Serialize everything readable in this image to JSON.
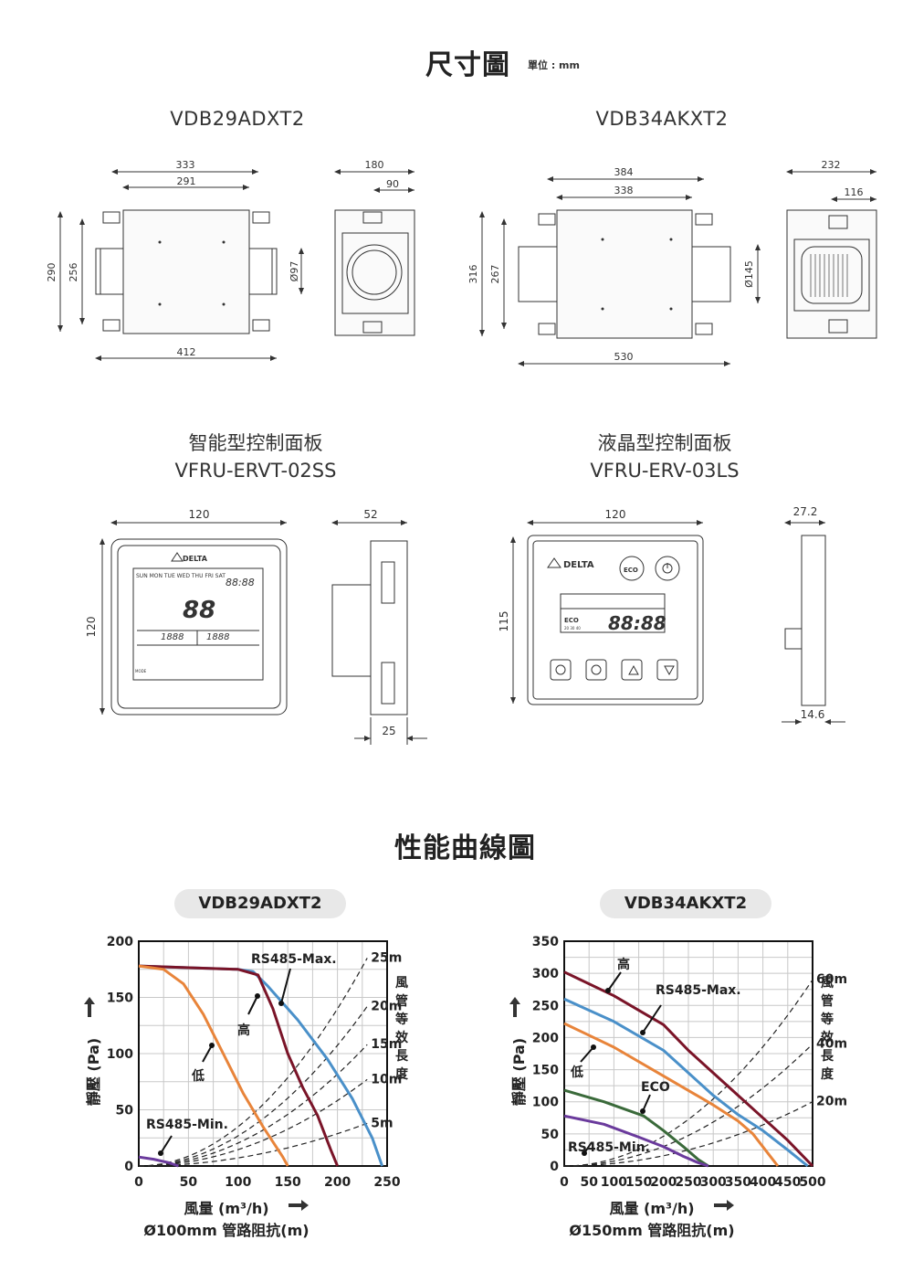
{
  "header": {
    "title": "尺寸圖",
    "unit": "單位 : mm"
  },
  "models": {
    "left": "VDB29ADXT2",
    "right": "VDB34AKXT2"
  },
  "dims_left": {
    "w_outer": "333",
    "w_inner": "291",
    "h_outer": "290",
    "h_inner": "256",
    "duct": "Ø97",
    "length": "412",
    "side_w": "180",
    "side_half": "90"
  },
  "dims_right": {
    "w_outer": "384",
    "w_inner": "338",
    "h_outer": "316",
    "h_inner": "267",
    "duct": "Ø145",
    "length": "530",
    "side_w": "232",
    "side_half": "116"
  },
  "panels": {
    "smart": {
      "title": "智能型控制面板",
      "model": "VFRU-ERVT-02SS",
      "width": "120",
      "height": "120",
      "depth": "52",
      "depth2": "25",
      "brand": "DELTA",
      "days": "SUN MON TUE WED THU FRI SAT",
      "time": "88:88",
      "big": "88",
      "seg1": "1888",
      "seg2": "1888",
      "mode": "MODE"
    },
    "lcd": {
      "title": "液晶型控制面板",
      "model": "VFRU-ERV-03LS",
      "width": "120",
      "height": "115",
      "depth": "27.2",
      "depth2": "14.6",
      "brand": "DELTA",
      "eco": "ECO",
      "eco_small": "ECO",
      "time": "88:88",
      "levels": "20  30  40"
    }
  },
  "performance": {
    "title": "性能曲線圖"
  },
  "chart_data": [
    {
      "type": "line",
      "title": "VDB29ADXT2",
      "xlabel": "風量 (m³/h)",
      "xlabel2": "Ø100mm 管路阻抗(m)",
      "ylabel": "靜壓 (Pa)",
      "xlim": [
        0,
        250
      ],
      "ylim": [
        0,
        200
      ],
      "xticks": [
        0,
        50,
        100,
        150,
        200,
        250
      ],
      "yticks": [
        0,
        50,
        100,
        150,
        200
      ],
      "grid": true,
      "series": [
        {
          "name": "RS485-Max.",
          "color": "#4a90c9",
          "points": [
            [
              0,
              178
            ],
            [
              100,
              175
            ],
            [
              115,
              173
            ],
            [
              130,
              160
            ],
            [
              160,
              130
            ],
            [
              190,
              95
            ],
            [
              215,
              60
            ],
            [
              235,
              25
            ],
            [
              245,
              0
            ]
          ]
        },
        {
          "name": "高",
          "color": "#7a1428",
          "points": [
            [
              0,
              178
            ],
            [
              100,
              175
            ],
            [
              120,
              170
            ],
            [
              135,
              140
            ],
            [
              150,
              100
            ],
            [
              165,
              70
            ],
            [
              180,
              45
            ],
            [
              193,
              15
            ],
            [
              200,
              0
            ]
          ]
        },
        {
          "name": "低",
          "color": "#e8843a",
          "points": [
            [
              0,
              178
            ],
            [
              25,
              175
            ],
            [
              45,
              162
            ],
            [
              65,
              135
            ],
            [
              85,
              100
            ],
            [
              105,
              65
            ],
            [
              125,
              35
            ],
            [
              145,
              8
            ],
            [
              150,
              0
            ]
          ]
        },
        {
          "name": "RS485-Min.",
          "color": "#6a3a9c",
          "points": [
            [
              0,
              8
            ],
            [
              15,
              6
            ],
            [
              30,
              3
            ],
            [
              40,
              0
            ]
          ]
        }
      ],
      "duct_curves": [
        {
          "label": "25m",
          "end": [
            230,
            185
          ]
        },
        {
          "label": "20m",
          "end": [
            230,
            142
          ]
        },
        {
          "label": "15m",
          "end": [
            230,
            108
          ]
        },
        {
          "label": "10m",
          "end": [
            230,
            77
          ]
        },
        {
          "label": "5m",
          "end": [
            230,
            38
          ]
        }
      ],
      "annotations": [
        "RS485-Max.",
        "高",
        "低",
        "RS485-Min."
      ],
      "side_label": "風管等效長度"
    },
    {
      "type": "line",
      "title": "VDB34AKXT2",
      "xlabel": "風量 (m³/h)",
      "xlabel2": "Ø150mm 管路阻抗(m)",
      "ylabel": "靜壓 (Pa)",
      "xlim": [
        0,
        500
      ],
      "ylim": [
        0,
        350
      ],
      "xticks": [
        0,
        50,
        100,
        150,
        200,
        250,
        300,
        350,
        400,
        450,
        500
      ],
      "yticks": [
        0,
        50,
        100,
        150,
        200,
        250,
        300,
        350
      ],
      "grid": true,
      "series": [
        {
          "name": "高",
          "color": "#7a1428",
          "points": [
            [
              0,
              302
            ],
            [
              100,
              265
            ],
            [
              200,
              220
            ],
            [
              250,
              180
            ],
            [
              300,
              145
            ],
            [
              350,
              110
            ],
            [
              400,
              75
            ],
            [
              450,
              40
            ],
            [
              500,
              0
            ]
          ]
        },
        {
          "name": "RS485-Max.",
          "color": "#4a90c9",
          "points": [
            [
              0,
              260
            ],
            [
              100,
              225
            ],
            [
              200,
              180
            ],
            [
              250,
              145
            ],
            [
              300,
              110
            ],
            [
              350,
              80
            ],
            [
              400,
              55
            ],
            [
              450,
              25
            ],
            [
              490,
              0
            ]
          ]
        },
        {
          "name": "低",
          "color": "#e8843a",
          "points": [
            [
              0,
              222
            ],
            [
              100,
              185
            ],
            [
              200,
              140
            ],
            [
              300,
              95
            ],
            [
              350,
              70
            ],
            [
              380,
              50
            ],
            [
              410,
              20
            ],
            [
              430,
              0
            ]
          ]
        },
        {
          "name": "ECO",
          "color": "#3a6a3a",
          "points": [
            [
              0,
              118
            ],
            [
              80,
              100
            ],
            [
              160,
              78
            ],
            [
              200,
              55
            ],
            [
              240,
              30
            ],
            [
              270,
              10
            ],
            [
              290,
              0
            ]
          ]
        },
        {
          "name": "RS485-Min.",
          "color": "#6a3a9c",
          "points": [
            [
              0,
              78
            ],
            [
              80,
              65
            ],
            [
              150,
              45
            ],
            [
              200,
              30
            ],
            [
              240,
              15
            ],
            [
              270,
              5
            ],
            [
              290,
              0
            ]
          ]
        }
      ],
      "duct_curves": [
        {
          "label": "60m",
          "end": [
            500,
            290
          ]
        },
        {
          "label": "40m",
          "end": [
            500,
            190
          ]
        },
        {
          "label": "20m",
          "end": [
            500,
            100
          ]
        }
      ],
      "annotations": [
        "高",
        "RS485-Max.",
        "低",
        "ECO",
        "RS485-Min."
      ],
      "side_label": "風管等效長度"
    }
  ]
}
